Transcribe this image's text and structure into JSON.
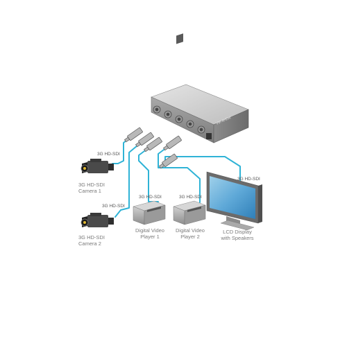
{
  "cable_color": "#2fb3d6",
  "device": {
    "name_plate": "VM-4HDxl"
  },
  "cable_tags": [
    "3G HD-SDI",
    "3G HD-SDI",
    "3G HD-SDI",
    "3G HD-SDI",
    "3G HD-SDI"
  ],
  "labels": {
    "camera1": [
      "3G HD-SDI",
      "Camera 1"
    ],
    "camera2": [
      "3G HD-SDI",
      "Camera 2"
    ],
    "player1": [
      "Digital Video",
      "Player 1"
    ],
    "player2": [
      "Digital Video",
      "Player 2"
    ],
    "display": [
      "LCD Display",
      "with Speakers"
    ]
  },
  "icons": [
    "camera-icon",
    "video-player-icon",
    "lcd-display-icon",
    "splitter-device-icon",
    "bnc-connector-icon"
  ]
}
